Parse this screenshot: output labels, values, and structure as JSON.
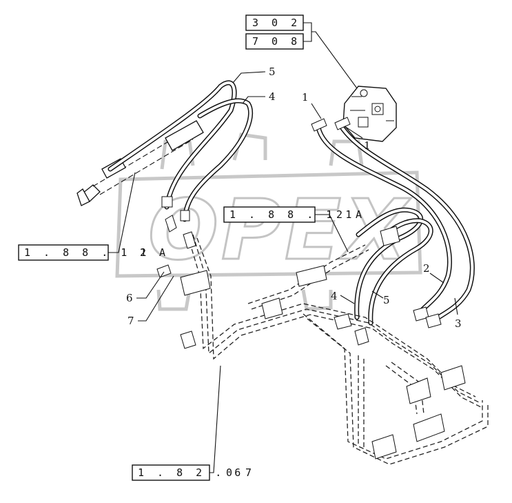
{
  "diagram": {
    "watermark": "OPEX",
    "ref_boxes": [
      {
        "id": "ref-302",
        "text": "3 0 2"
      },
      {
        "id": "ref-708",
        "text": "7 0 8"
      },
      {
        "id": "ref-1-88-11-center",
        "text": "1 . 8 8 . 1 1"
      },
      {
        "id": "ref-1-88-11-left",
        "text": "1 . 8 8 . 1 1"
      },
      {
        "id": "ref-1-82-6",
        "text": "1 . 8 2 . 6"
      }
    ],
    "suffixes": {
      "center_2a": "2 A",
      "left_2a": "2 A",
      "bottom_07": "0 7"
    },
    "callouts": {
      "c5_top": "5",
      "c4_top": "4",
      "c1_a": "1",
      "c1_b": "1",
      "c2": "2",
      "c3": "3",
      "c4_mid": "4",
      "c5_mid": "5",
      "c6": "6",
      "c7": "7"
    }
  }
}
